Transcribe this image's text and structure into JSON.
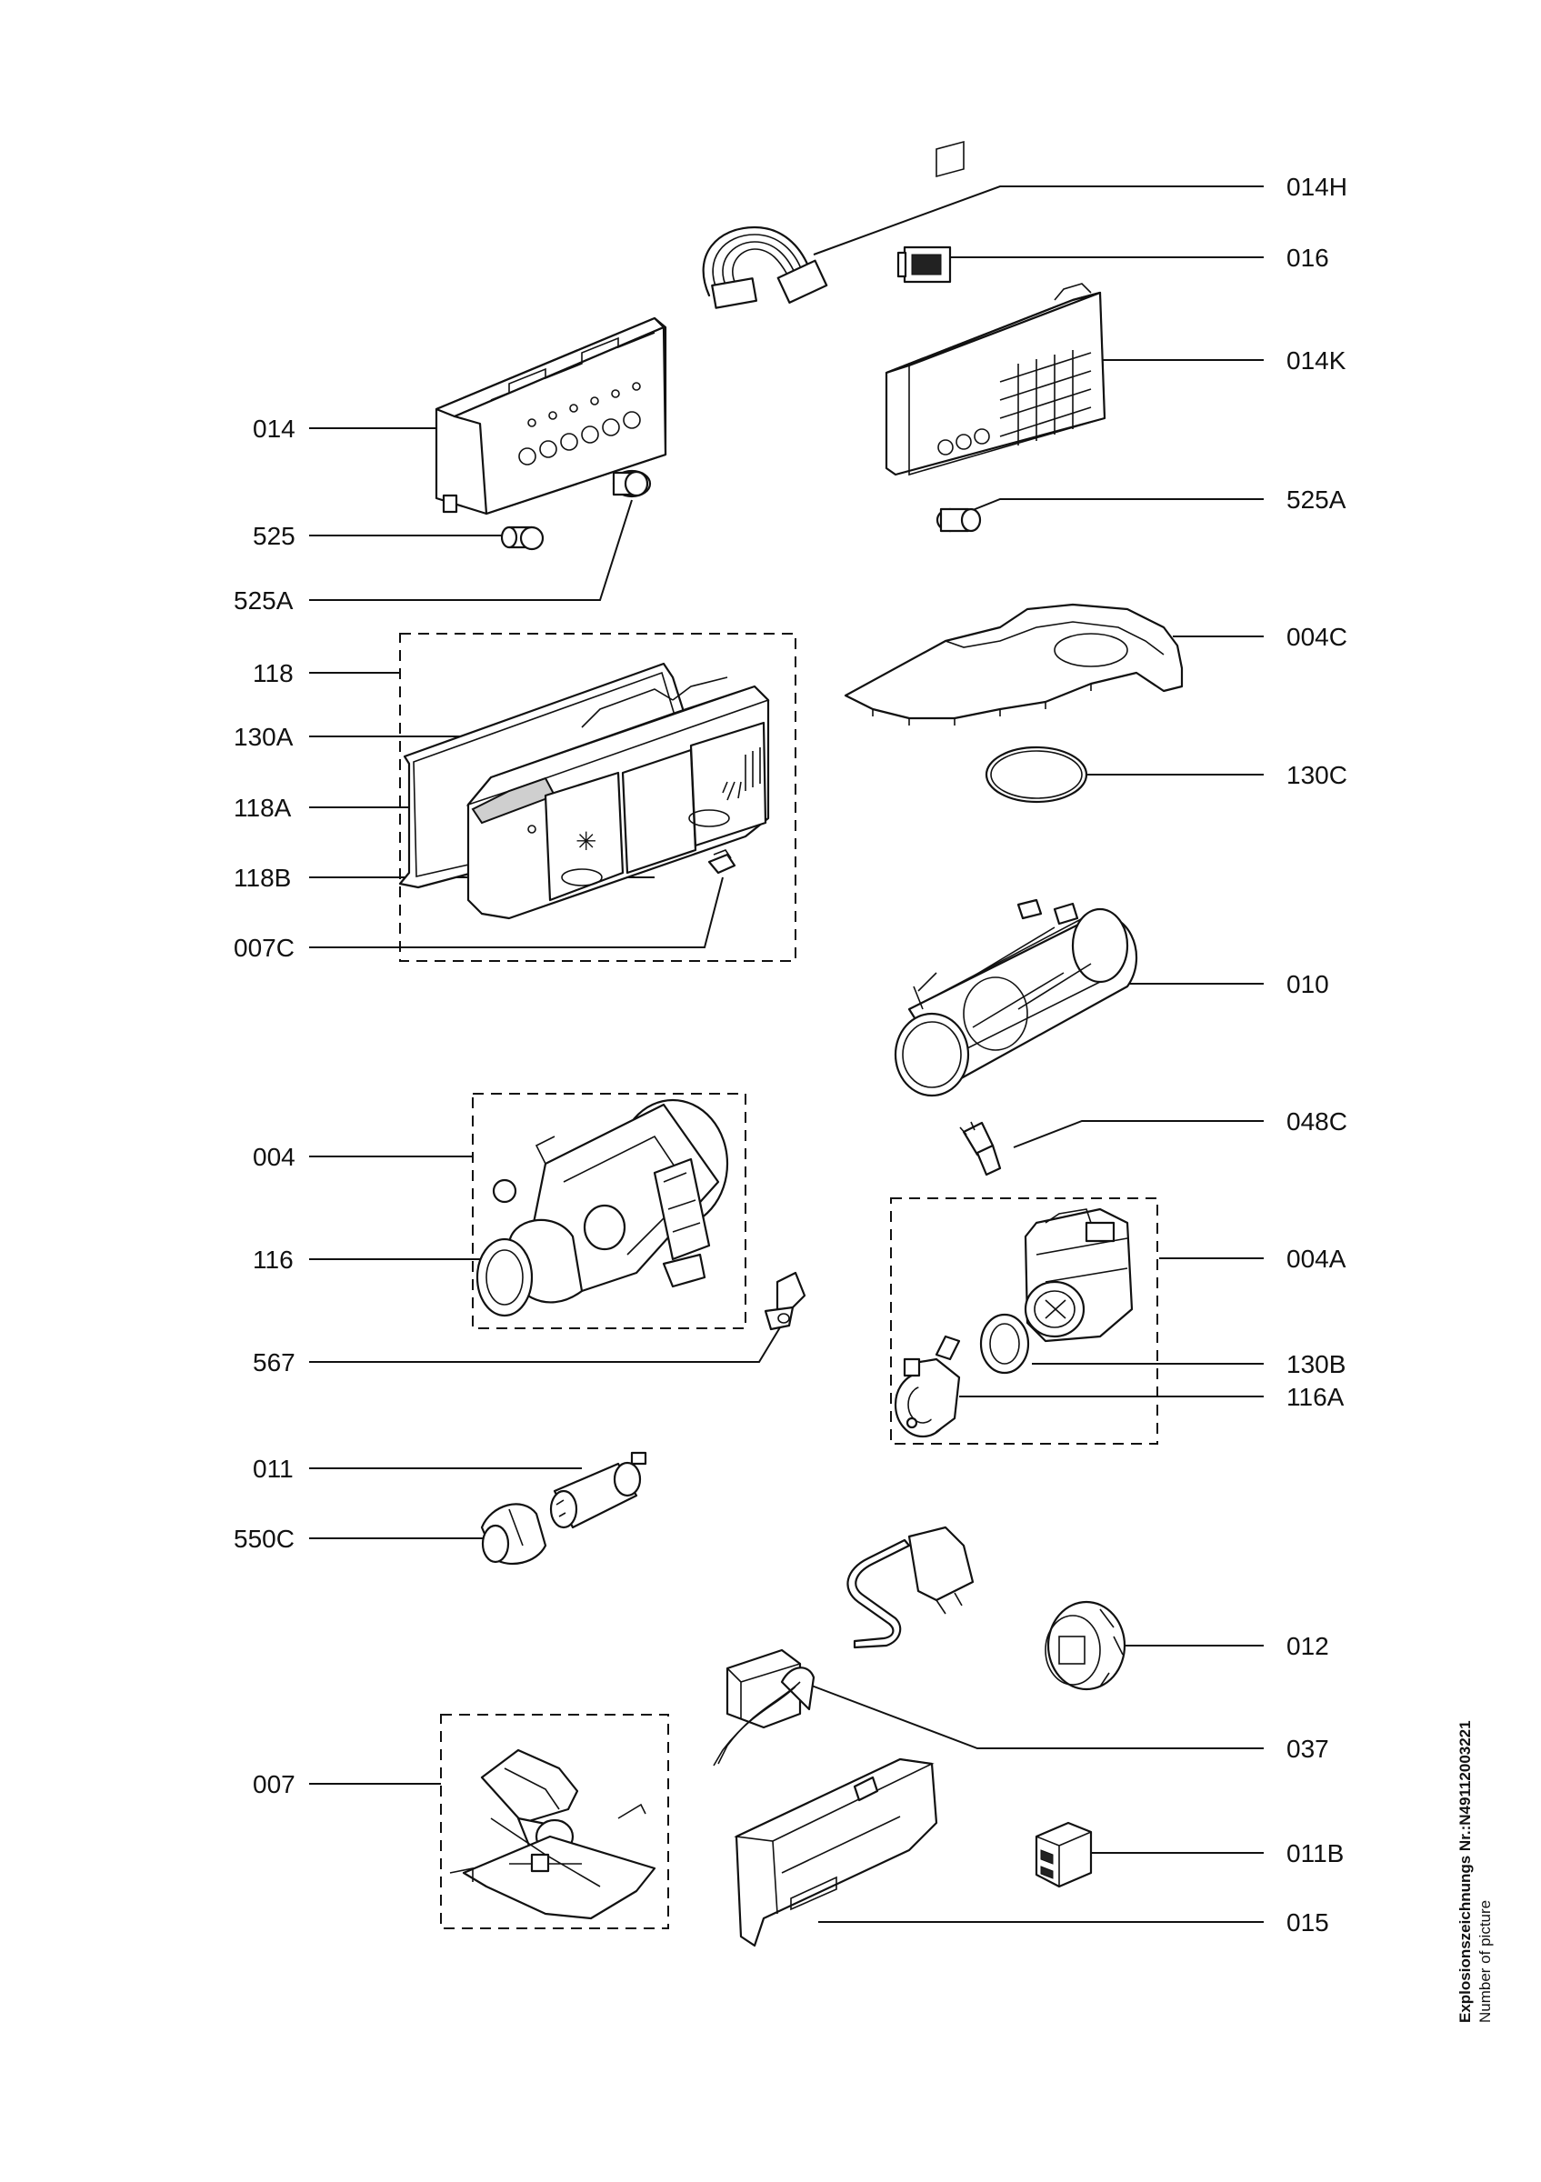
{
  "labels": {
    "l014H": "014H",
    "l016": "016",
    "l014K": "014K",
    "l014": "014",
    "l525A_r": "525A",
    "l525": "525",
    "l525A_l": "525A",
    "l004C": "004C",
    "l118": "118",
    "l130A": "130A",
    "l130C": "130C",
    "l118A": "118A",
    "l118B": "118B",
    "l007C": "007C",
    "l010": "010",
    "l048C": "048C",
    "l004": "004",
    "l004A": "004A",
    "l116": "116",
    "l567": "567",
    "l130B": "130B",
    "l116A": "116A",
    "l011": "011",
    "l550C": "550C",
    "l012": "012",
    "l037": "037",
    "l007": "007",
    "l011B": "011B",
    "l015": "015"
  },
  "footer": {
    "title": "Explosionszeichnungs Nr.:N49112003221",
    "subtitle": "Number of picture"
  },
  "icons": [
    "wiring-harness",
    "display-module",
    "control-panel",
    "push-button",
    "detergent-dispenser",
    "heater",
    "circulation-pump",
    "drain-pump",
    "mains-cable",
    "terminal-block",
    "spray-arm-holder"
  ]
}
